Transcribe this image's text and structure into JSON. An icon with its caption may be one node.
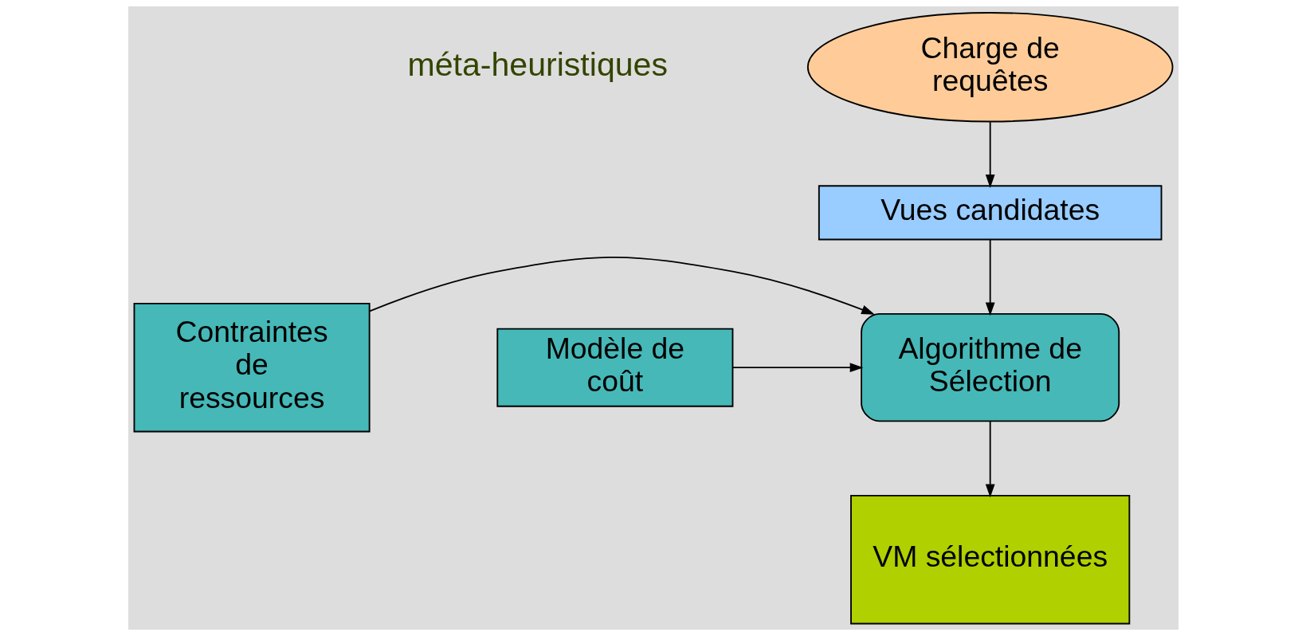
{
  "diagram": {
    "nodes": [
      {
        "text": [
          "Charge de requêtes"
        ]
      },
      {
        "text": [
          "Vues candidates"
        ]
      },
      {
        "text": [
          "Contraintes de ressources"
        ]
      },
      {
        "text": [
          "Algorithme de Sélection"
        ]
      },
      {
        "text": [
          "Modèle de coût"
        ]
      },
      {
        "text": [
          "VM sélectionnées"
        ]
      }
    ],
    "edges": [
      {
        "from": 0,
        "to": 1,
        "arrow": "to"
      },
      {
        "from": 1,
        "to": 3,
        "arrow": "to"
      },
      {
        "from": 2,
        "to": 3,
        "arrow": "to"
      },
      {
        "from": 4,
        "to": 3,
        "arrow": "to"
      },
      {
        "from": 3,
        "to": 5,
        "arrow": "to"
      }
    ],
    "labels": [
      "méta-heuristiques"
    ]
  }
}
